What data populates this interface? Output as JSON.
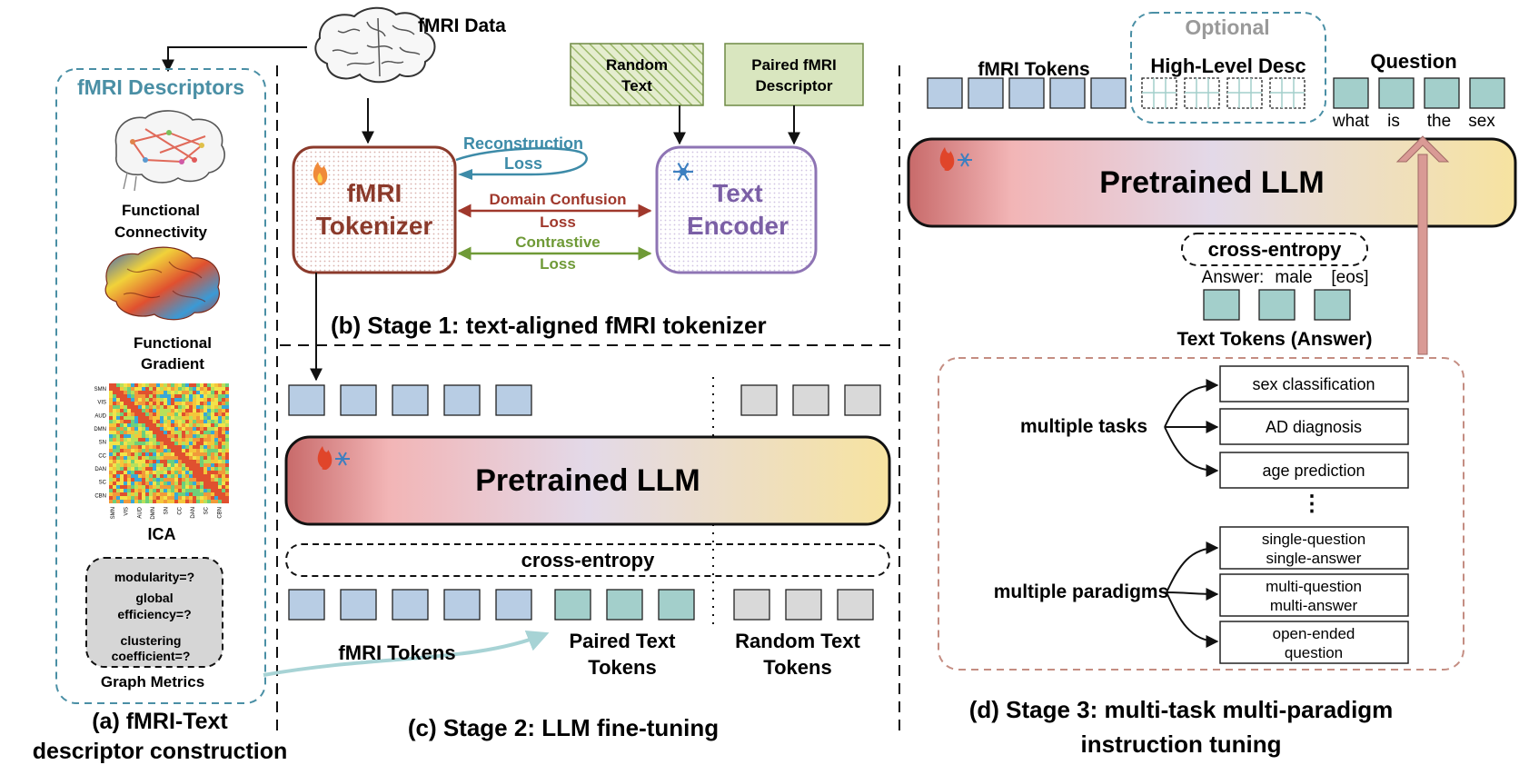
{
  "colors": {
    "fmri_token": "#b8cde4",
    "text_token": "#a3cfcb",
    "random_token": "#d9d9d9",
    "descriptor_dash": "#4a8fa5",
    "tokenizer_border": "#8b3a2b",
    "encoder_border": "#8e74b4",
    "recon_loss": "#3d8ba8",
    "confusion_loss": "#a0382c",
    "contrastive_loss": "#6f9a37",
    "random_box": "#dfe8c4",
    "paired_box": "#d9e6bf",
    "task_dash": "#c48d82",
    "up_arrow": "#d99a95",
    "curve_arrow": "#a7d3d5"
  },
  "icons": {
    "flame": "flame-icon",
    "snowflake": "snowflake-icon",
    "brain": "brain-icon"
  },
  "top": {
    "fmri_data": "fMRI Data"
  },
  "panel_a": {
    "title": "fMRI Descriptors",
    "functional_connectivity": [
      "Functional",
      "Connectivity"
    ],
    "functional_gradient": [
      "Functional",
      "Gradient"
    ],
    "ica": "ICA",
    "ica_labels": [
      "SMN",
      "VIS",
      "AUD",
      "DMN",
      "SN",
      "CC",
      "DAN",
      "SC",
      "CBN"
    ],
    "graph_metrics_items": [
      "modularity=?",
      "global",
      "efficiency=?",
      "clustering",
      "coefficient=?"
    ],
    "graph_metrics": "Graph Metrics",
    "caption": [
      "(a) fMRI-Text",
      "descriptor construction"
    ]
  },
  "panel_b": {
    "random_text": [
      "Random",
      "Text"
    ],
    "paired_descriptor": [
      "Paired fMRI",
      "Descriptor"
    ],
    "tokenizer": [
      "fMRI",
      "Tokenizer"
    ],
    "encoder": [
      "Text",
      "Encoder"
    ],
    "recon_loss": [
      "Reconstruction",
      "Loss"
    ],
    "confusion_loss": [
      "Domain Confusion",
      "Loss"
    ],
    "contrastive_loss": [
      "Contrastive",
      "Loss"
    ],
    "caption": "(b) Stage 1: text-aligned fMRI tokenizer"
  },
  "panel_c": {
    "llm": "Pretrained LLM",
    "loss": "cross-entropy",
    "fmri_tokens": "fMRI Tokens",
    "paired_text_tokens": [
      "Paired Text",
      "Tokens"
    ],
    "random_text_tokens": [
      "Random Text",
      "Tokens"
    ],
    "caption": "(c) Stage 2: LLM fine-tuning"
  },
  "panel_d": {
    "fmri_tokens": "fMRI Tokens",
    "optional": "Optional",
    "high_level_desc": "High-Level Desc",
    "question": "Question",
    "question_words": [
      "what",
      "is",
      "the",
      "sex"
    ],
    "llm": "Pretrained LLM",
    "loss": "cross-entropy",
    "answer_line": [
      "Answer:",
      "male",
      "[eos]"
    ],
    "text_tokens_answer": "Text Tokens (Answer)",
    "multiple_tasks": "multiple tasks",
    "tasks": [
      "sex classification",
      "AD diagnosis",
      "age prediction"
    ],
    "ellipsis": "⋮",
    "multiple_paradigms": "multiple paradigms",
    "paradigms": [
      [
        "single-question",
        "single-answer"
      ],
      [
        "multi-question",
        "multi-answer"
      ],
      [
        "open-ended",
        "question"
      ]
    ],
    "caption": [
      "(d) Stage 3: multi-task multi-paradigm",
      "instruction tuning"
    ]
  }
}
